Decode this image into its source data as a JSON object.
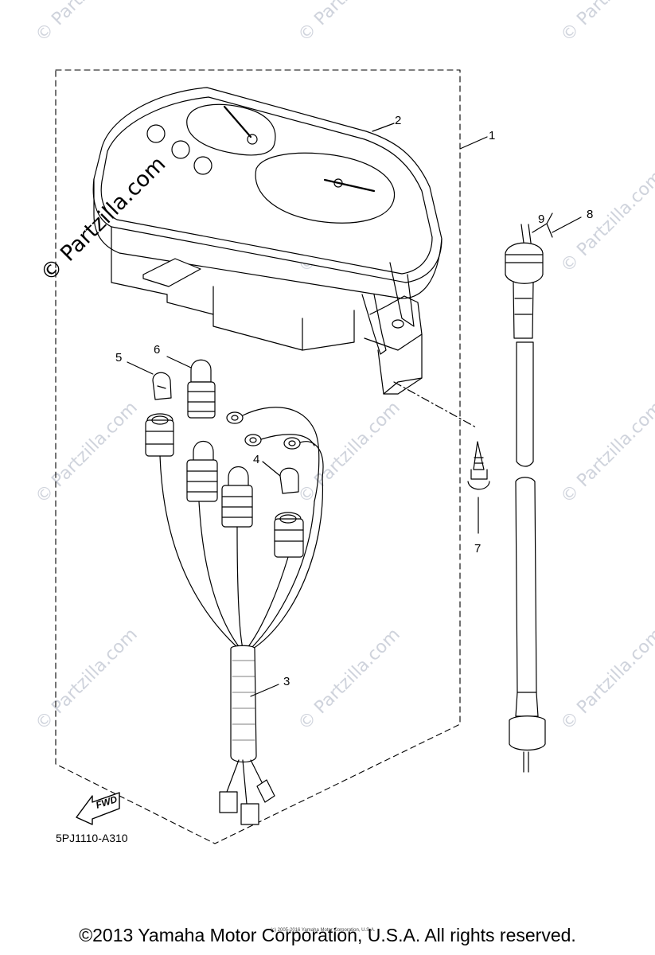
{
  "watermark": {
    "text": "© Partzilla.com"
  },
  "callouts": [
    "1",
    "2",
    "3",
    "4",
    "5",
    "6",
    "7",
    "8",
    "9"
  ],
  "fwd_label": "FWD",
  "diagram_code": "5PJ1110-A310",
  "small_copyright": "(c) 2005-2016 Yamaha Motor Corporation, U.S.A.",
  "footer": "©2013 Yamaha Motor Corporation, U.S.A. All rights reserved."
}
